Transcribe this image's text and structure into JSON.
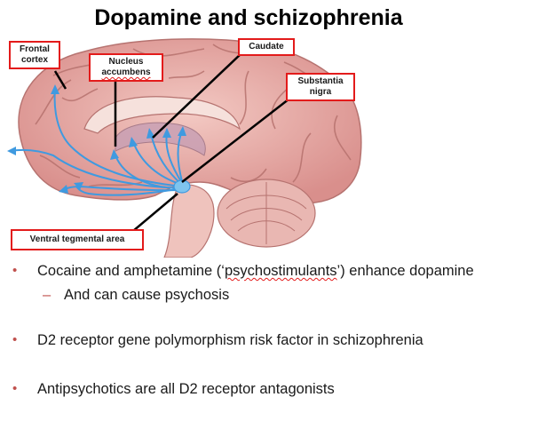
{
  "title": "Dopamine and schizophrenia",
  "labels": {
    "frontal_cortex_l1": "Frontal",
    "frontal_cortex_l2": "cortex",
    "nucleus_accumbens_l1": "Nucleus",
    "nucleus_accumbens_l2": "accumbens",
    "caudate": "Caudate",
    "substantia_nigra_l1": "Substantia",
    "substantia_nigra_l2": "nigra",
    "vta": "Ventral tegmental area"
  },
  "bullets": {
    "b1_pre": "Cocaine and amphetamine (‘",
    "b1_wavy": "psychostimulants",
    "b1_post": "’) enhance dopamine",
    "b1_sub": "And can cause psychosis",
    "b2": "D2 receptor gene polymorphism risk factor in schizophrenia",
    "b3": "Antipsychotics are all D2 receptor antagonists"
  },
  "bullet_marker": "•",
  "sub_marker": "–",
  "colors": {
    "label_border": "#e31b1b",
    "bullet": "#c0504d",
    "brain": "#e7a9a4",
    "pathway": "#3f9ae0"
  }
}
